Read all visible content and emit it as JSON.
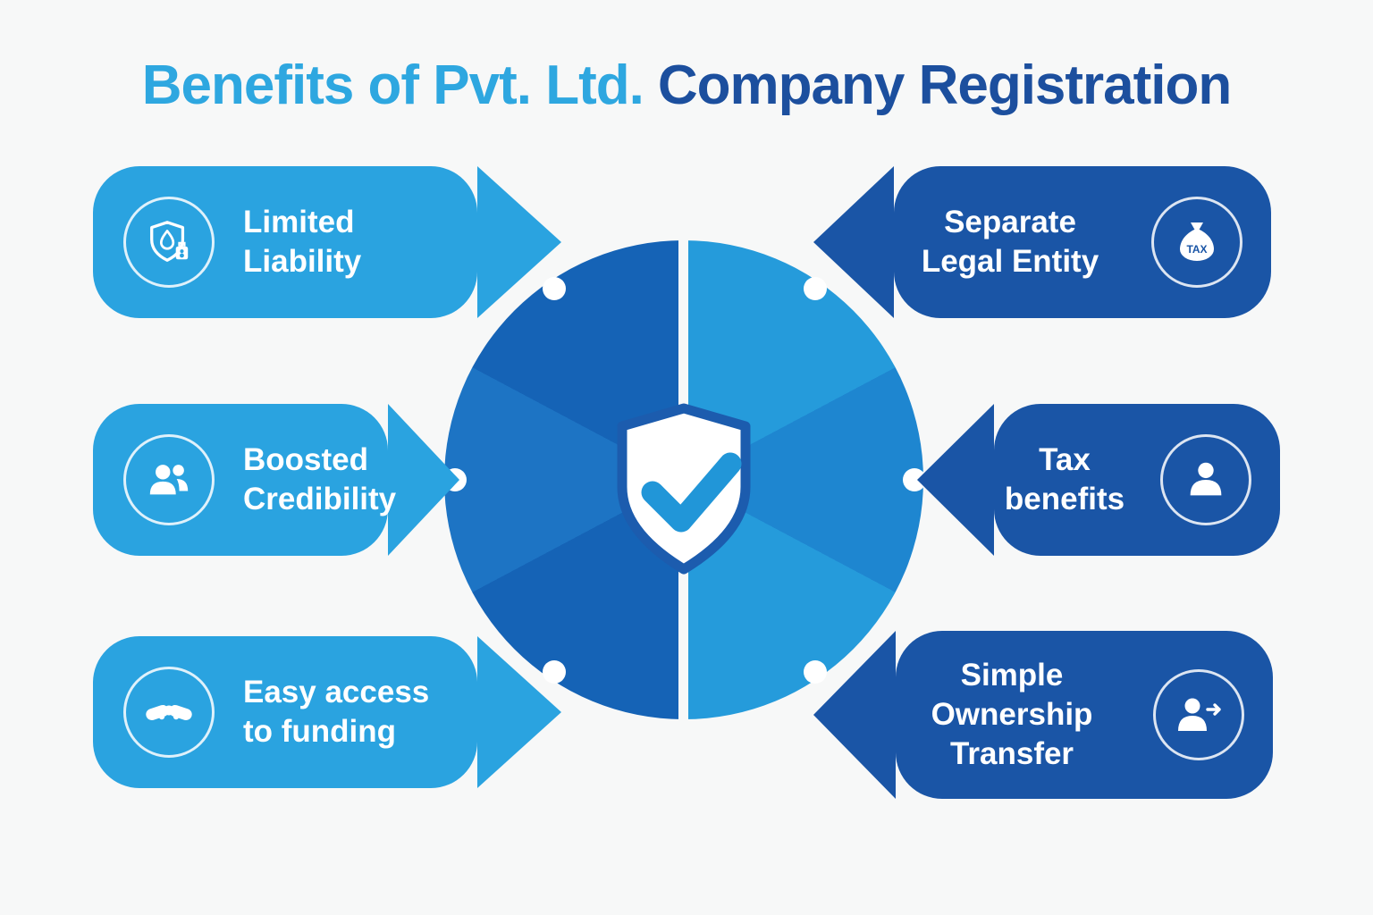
{
  "title": {
    "part1": "Benefits of Pvt. Ltd.",
    "part2": "Company Registration"
  },
  "center": {
    "icon": "shield-check-icon"
  },
  "left_banners": [
    {
      "name": "limited-liability",
      "lines": [
        "Limited",
        "Liability"
      ],
      "icon": "shield-droplet-icon"
    },
    {
      "name": "boosted-credibility",
      "lines": [
        "Boosted",
        "Credibility"
      ],
      "icon": "users-icon"
    },
    {
      "name": "easy-access-funding",
      "lines": [
        "Easy access",
        "to funding"
      ],
      "icon": "handshake-icon"
    }
  ],
  "right_banners": [
    {
      "name": "separate-legal-entity",
      "lines": [
        "Separate",
        "Legal Entity"
      ],
      "icon": "money-bag-tax-icon",
      "icon_label": "TAX"
    },
    {
      "name": "tax-benefits",
      "lines": [
        "Tax",
        "benefits"
      ],
      "icon": "person-icon"
    },
    {
      "name": "simple-ownership-transfer",
      "lines": [
        "Simple",
        "Ownership",
        "Transfer"
      ],
      "icon": "person-arrow-icon"
    }
  ],
  "colors": {
    "title_light": "#2ea7e0",
    "title_dark": "#1c4f9e",
    "banner_light_blue": "#2aa3e0",
    "banner_dark_blue": "#1a55a6",
    "circle_light": "#259bdb",
    "circle_dark": "#1563b6",
    "check_mark": "#2196d8",
    "background": "#f7f8f8"
  }
}
